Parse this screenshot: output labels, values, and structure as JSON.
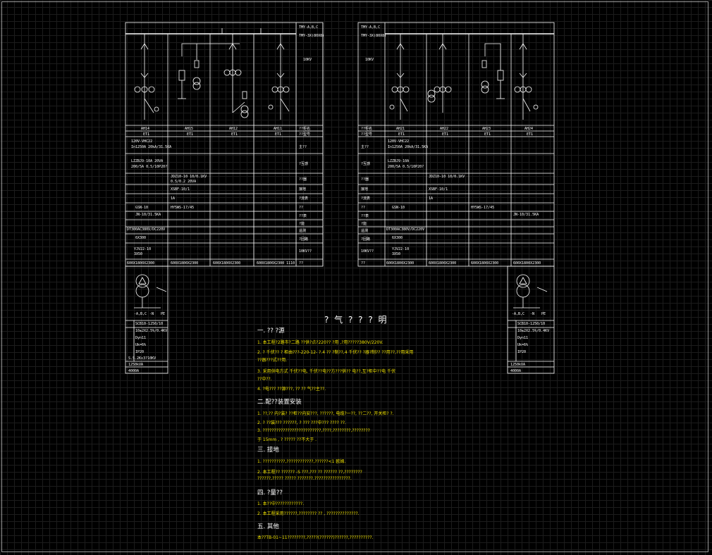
{
  "colors": {
    "background": "#000000",
    "lines": "#ffffff",
    "text_yellow": "#f2e400",
    "grid": "#1c1c1c"
  },
  "left_panel": {
    "busbar_label": "TMY-A,B,C",
    "busbar_spec": "TMY-3X(80X8)",
    "voltage": "10KV",
    "cabinets": [
      "AH14",
      "AH15",
      "AH12",
      "AH11"
    ],
    "cabinet_types": [
      "ET1",
      "ET1",
      "ET1",
      "ET1"
    ],
    "row_labels": [
      "??柜名",
      "??型号",
      "主??",
      "?互感",
      "??器",
      "接地",
      "?流表",
      "??",
      "??表",
      "?能",
      "遥测",
      "?回路",
      "10KV??",
      "??"
    ],
    "cells": [
      "120V-VHC22",
      "In1250A 20kA/31.5KA",
      "LZZBJ9-10A 20VA",
      "200/5A 0.5/10P20?",
      "JDZ10-10 10/0.1KV",
      "0.5/0.2 20VA",
      "XSBF-10/1",
      "1A",
      "HY5WS-17/45",
      "GSN-10",
      "JN-10/31.5KA",
      "DT300AC380V/DC220V",
      "6X300",
      "YJV22-10",
      "3X50",
      "600X1800X2300",
      "600X1800X2300",
      "600X1800X2300",
      "600X1800X2300 1110"
    ]
  },
  "right_panel": {
    "busbar_label": "TMY-A,B,C",
    "busbar_spec": "TMY-3X(80X8)",
    "voltage": "10KV",
    "cabinets": [
      "AH21",
      "AH22",
      "AH23",
      "AH24"
    ],
    "cabinet_types": [
      "ET1",
      "ET1",
      "ET1",
      "ET1"
    ],
    "row_labels": [
      "??柜名",
      "??型号",
      "主??",
      "?互感",
      "??器",
      "接地",
      "?流表",
      "??",
      "??表",
      "?能",
      "遥测",
      "?回路",
      "10KV??",
      "??"
    ],
    "cells": [
      "120V-VHC22",
      "In1250A 20kA/31.5KA",
      "LZZBJ9-10A",
      "200/5A 0.5/10P20?",
      "JDZ10-10 10/0.1KV",
      "XSBF-10/1",
      "1A",
      "HY5WS-17/45",
      "GSN-10",
      "JN-10/31.5KA",
      "DT300AC380V/DC220V",
      "6X300",
      "YJV22-10",
      "3X50",
      "600X1800X2300",
      "600X1800X2300",
      "600X1800X2300",
      "600X1800X2300"
    ]
  },
  "transformer_left": {
    "labels": [
      "-A,B,C",
      "-N",
      "PE"
    ],
    "spec": [
      "SCB10-1250/10",
      "10±2X2.5%/0.4KV",
      "Dyn11",
      "Uk=6%",
      "IP20",
      "S.S.2Kx3?10KV"
    ],
    "caption": "1250kVA",
    "caption2": "4000A"
  },
  "transformer_right": {
    "labels": [
      "-A,B,C",
      "-N",
      "PE"
    ],
    "spec": [
      "SCB10-1250/10",
      "10±2X2.5%/0.4KV",
      "Dyn11",
      "Uk=6%",
      "IP20"
    ],
    "caption": "1250kVA",
    "caption2": "4000A"
  },
  "notes": {
    "title": "? 气 ? ? ? 明",
    "sections": [
      {
        "heading": "一. ?? ?源",
        "lines": [
          "1. 本工程?2路市?二路   ??供?点?220??       ?用 ,?用?????380V/220V.",
          "2. ? 千伏?? ? 柜由???-220-12-   ?.4   ??  ?制??,4   千伏?? ?器?制??   ??用??,??用采用",
          "   ??器???式??用.",
          "3. 采用供电方式   千伏??电,   千伏??电??方???供?? 电??,互?柜中??电   千伏",
          "   ??中??.",
          "4. ?电??? ??源???,  ?? ?? 气??主??."
        ]
      },
      {
        "heading": "二.配??装置安装",
        "lines": [
          "1. ??,?? 内?装?  ??柜??内安???,  ??????,  电缆?一??,  ??二??,  开关柜?  ?.",
          "2. ?  ??装??? ??????, ?  ??? ???中??? ????  ??.",
          "3. ??????????????????????????,????,????????,????????",
          "   于 15mm       ,  ? ?????          ??不大于    ."
        ]
      },
      {
        "heading": "三. 接地",
        "lines": [
          "1. ??????????,????????????,??????<1        欧姆.",
          "2. 本工程??  ?????? -S           ???,???  ??  ??????          ??,????????",
          "   ??????,?????   ?????     ???????.????????????????."
        ]
      },
      {
        "heading": "四. ?量??",
        "lines": [
          "1. 本??中????????????.",
          "2. 本工程采用??????,????????  ??   ,  ??????????????."
        ]
      },
      {
        "heading": "五. 其他",
        "lines": [
          "本??TB-01~11????????,?????(??????)??????,??????????."
        ]
      }
    ]
  }
}
